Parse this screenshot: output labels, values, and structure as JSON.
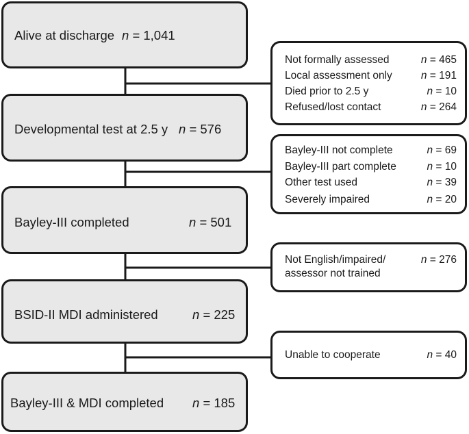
{
  "n_symbol": "n",
  "main_boxes": [
    {
      "label": "Alive at discharge",
      "n": "= 1,041"
    },
    {
      "label": "Developmental test at 2.5 y",
      "n": "= 576"
    },
    {
      "label": "Bayley-III completed",
      "n": "= 501"
    },
    {
      "label": "BSID-II MDI administered",
      "n": "= 225"
    },
    {
      "label": "Bayley-III & MDI completed",
      "n": "= 185"
    }
  ],
  "exclusion_boxes": [
    {
      "rows": [
        {
          "label": "Not formally assessed",
          "n": "= 465"
        },
        {
          "label": "Local assessment only",
          "n": "= 191"
        },
        {
          "label": "Died prior to 2.5 y",
          "n": "= 10"
        },
        {
          "label": "Refused/lost contact",
          "n": "= 264"
        }
      ]
    },
    {
      "rows": [
        {
          "label": "Bayley-III not complete",
          "n": "= 69"
        },
        {
          "label": "Bayley-III part complete",
          "n": "= 10"
        },
        {
          "label": "Other test used",
          "n": "= 39"
        },
        {
          "label": "Severely impaired",
          "n": "= 20"
        }
      ]
    },
    {
      "rows": [
        {
          "label": "Not English/impaired/",
          "n": "= 276"
        },
        {
          "label": "assessor not trained",
          "n": ""
        }
      ]
    },
    {
      "rows": [
        {
          "label": "Unable to cooperate",
          "n": "= 40"
        }
      ]
    }
  ]
}
